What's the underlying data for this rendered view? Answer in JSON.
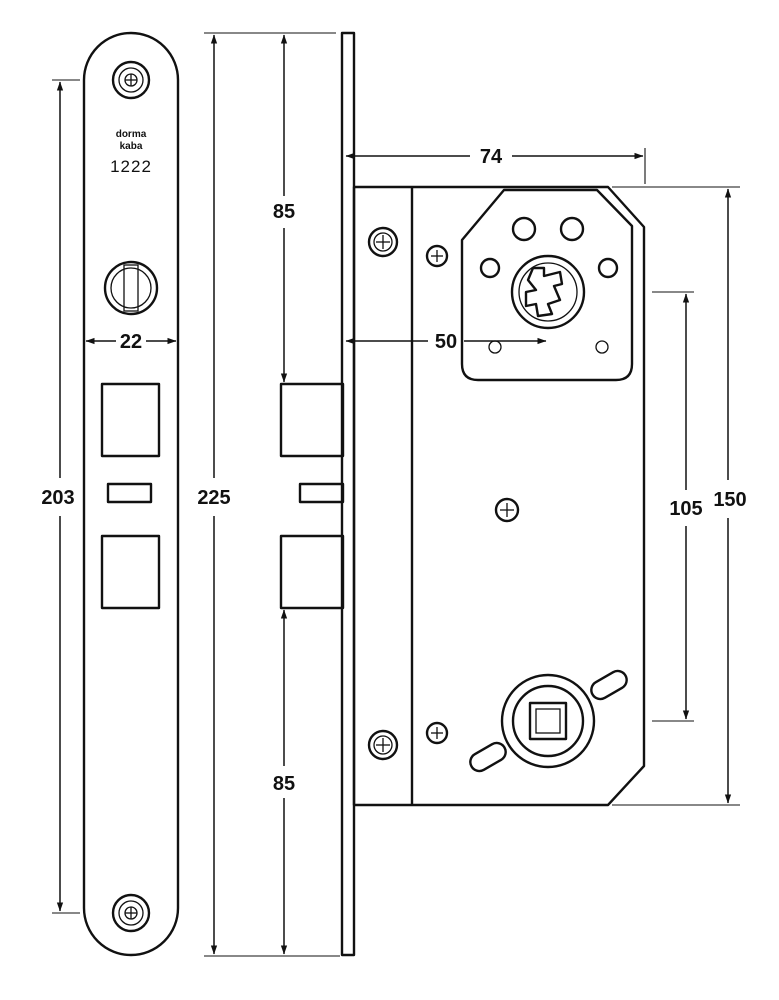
{
  "faceplate": {
    "brand_line1": "dorma",
    "brand_line2": "kaba",
    "model": "1222"
  },
  "dimensions": {
    "faceplate_width": "22",
    "faceplate_screw_spacing": "203",
    "total_height": "225",
    "upper_offset": "85",
    "lower_offset": "85",
    "depth": "74",
    "backset": "50",
    "follower_to_cylinder": "105",
    "case_height": "150"
  },
  "colors": {
    "line": "#111111",
    "background": "#ffffff"
  }
}
